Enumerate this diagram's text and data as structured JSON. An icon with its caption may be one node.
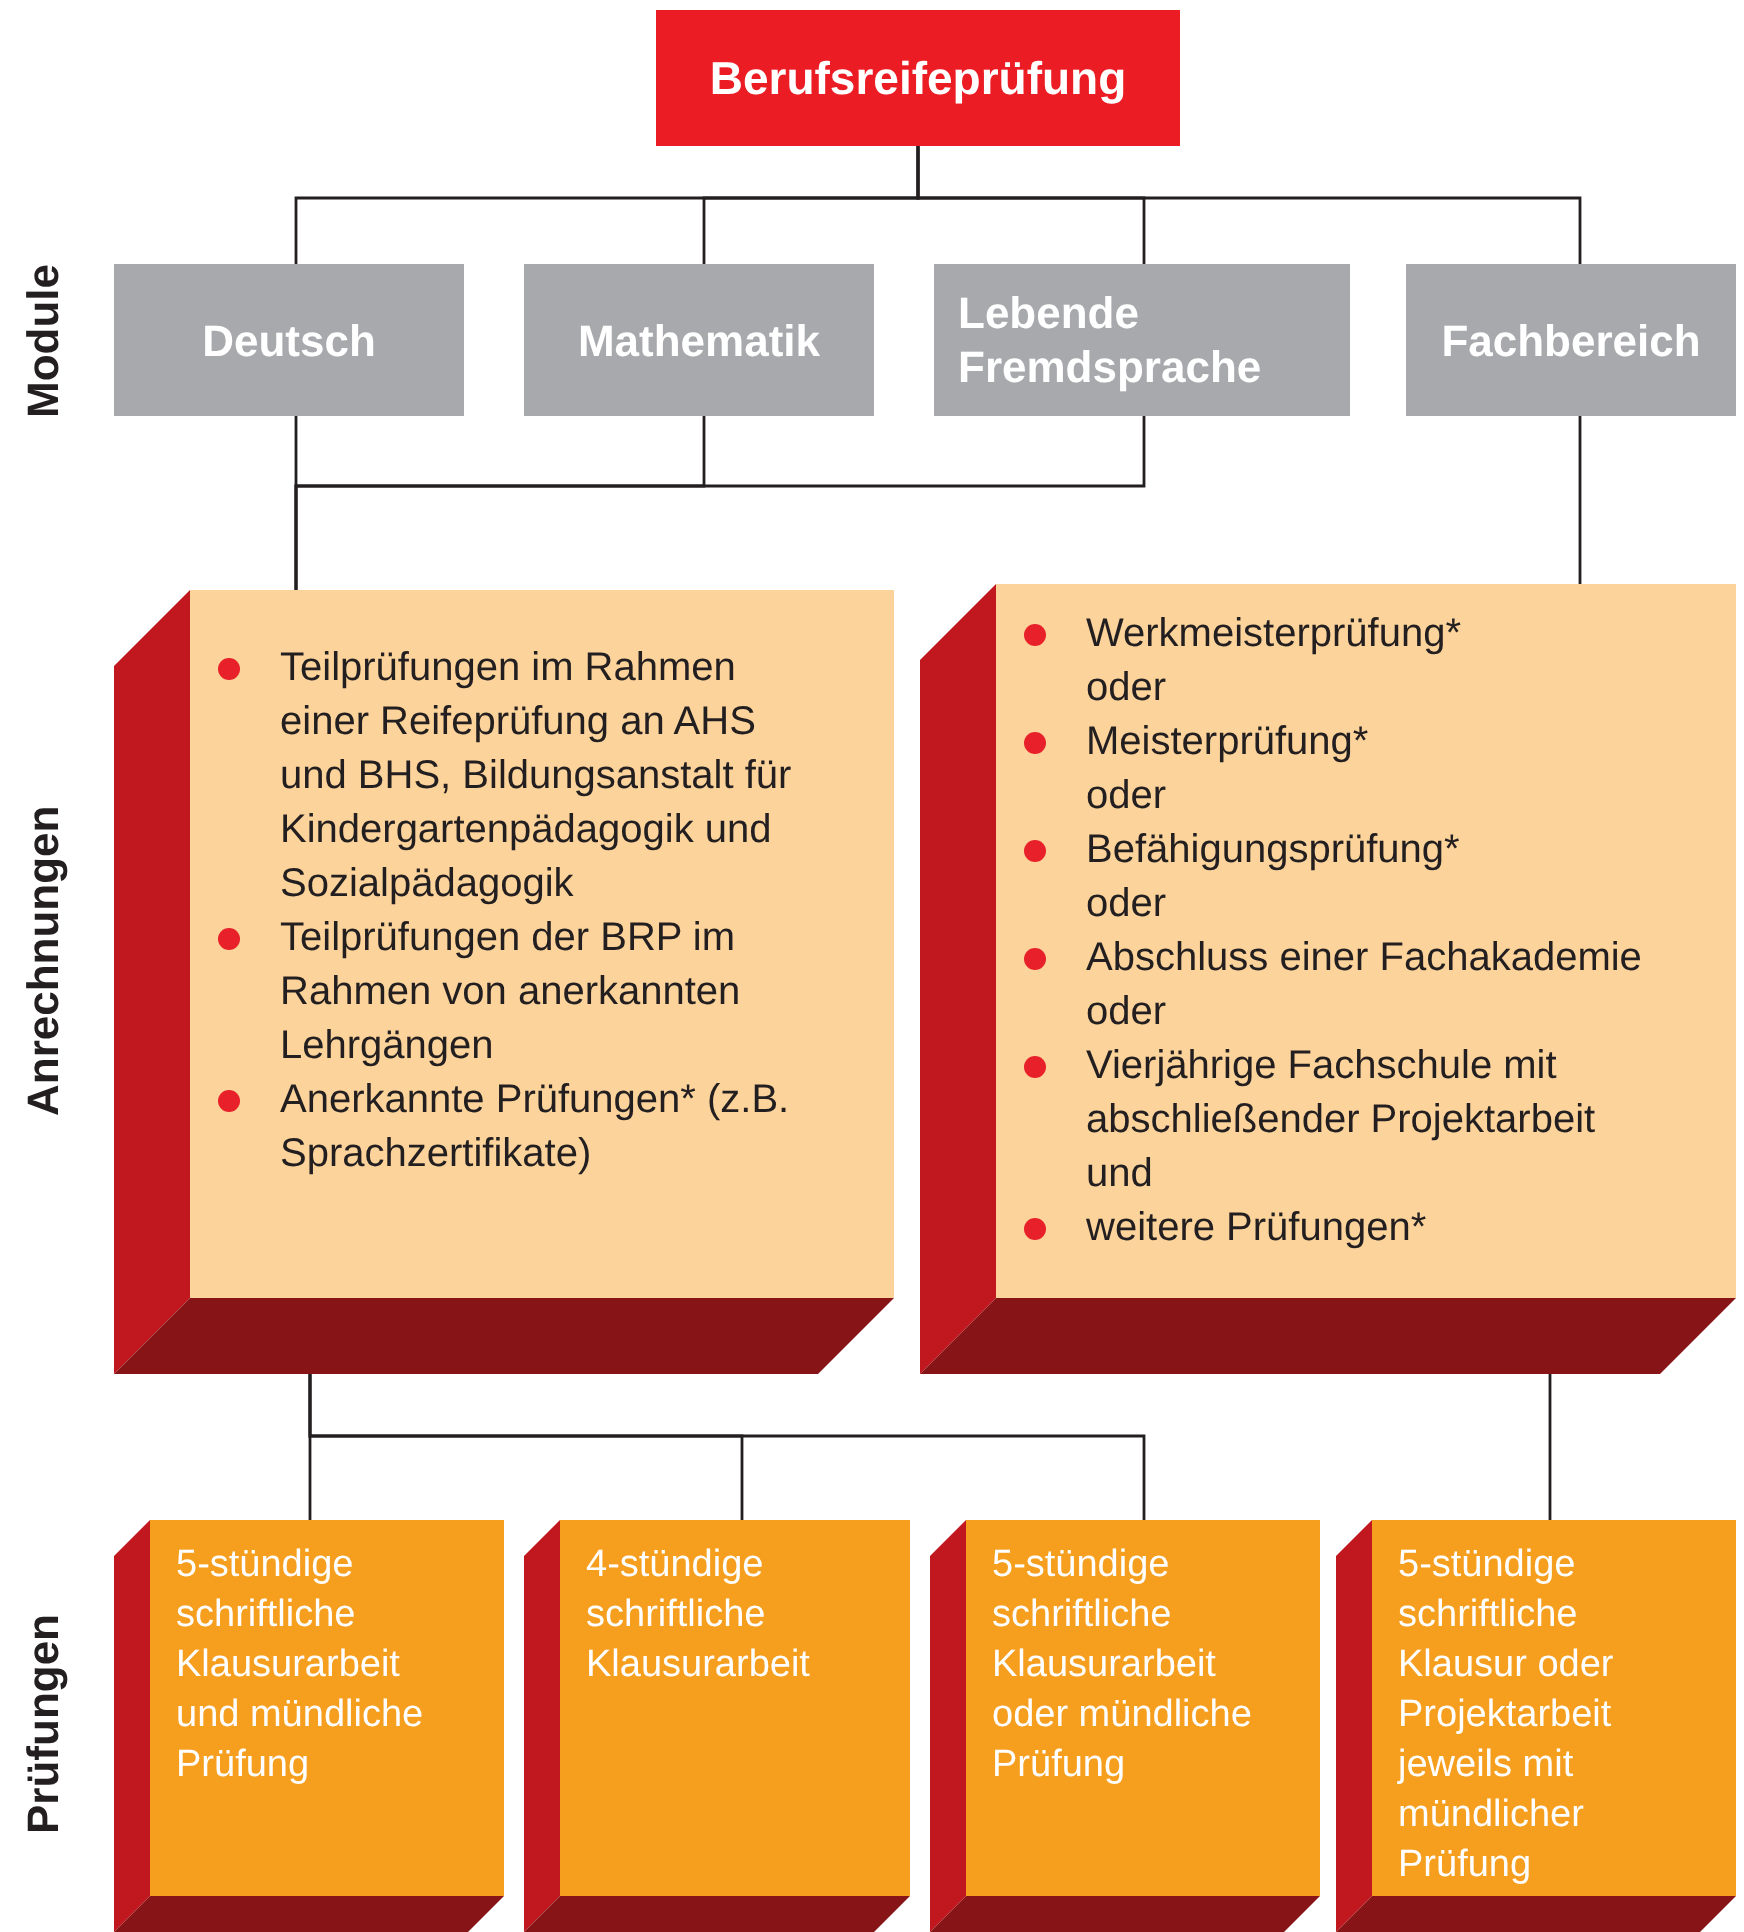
{
  "diagram": {
    "nodes": [
      {
        "text": [
          "Berufsreifeprüfung"
        ]
      },
      {
        "text": [
          "Deutsch"
        ]
      },
      {
        "text": [
          "Mathematik"
        ]
      },
      {
        "text": [
          "Lebende Fremdsprache"
        ]
      },
      {
        "text": [
          "Fachbereich"
        ]
      },
      {
        "text": [
          "Teilprüfungen im Rahmen einer Reifeprüfung an AHS und BHS, Bildungsanstalt für Kindergartenpädagogik und Sozialpädagogik",
          "Teilprüfungen der BRP im Rahmen von anerkannten Lehrgängen",
          "Anerkannte Prüfungen* (z.B. Sprachzertifikate)"
        ]
      },
      {
        "text": [
          "Werkmeisterprüfung*",
          "oder",
          "Meisterprüfung*",
          "oder",
          "Befähigungsprüfung*",
          "oder",
          "Abschluss einer Fachakademie",
          "oder",
          "Vierjährige Fachschule mit abschließender Projektarbeit",
          "und",
          "weitere Prüfungen*"
        ]
      },
      {
        "text": [
          "5-stündige schriftliche Klausurarbeit und mündliche Prüfung"
        ]
      },
      {
        "text": [
          "4-stündige schriftliche Klausurarbeit"
        ]
      },
      {
        "text": [
          "5-stündige schriftliche Klausurarbeit oder mündliche Prüfung"
        ]
      },
      {
        "text": [
          "5-stündige schriftliche Klausur oder Projektarbeit jeweils mit mündlicher Prüfung"
        ]
      }
    ],
    "edges": [
      {
        "from": 0,
        "to": 1,
        "arrow": "none"
      },
      {
        "from": 0,
        "to": 2,
        "arrow": "none"
      },
      {
        "from": 0,
        "to": 3,
        "arrow": "none"
      },
      {
        "from": 0,
        "to": 4,
        "arrow": "none"
      },
      {
        "from": 1,
        "to": 5,
        "arrow": "none"
      },
      {
        "from": 2,
        "to": 5,
        "arrow": "none"
      },
      {
        "from": 3,
        "to": 5,
        "arrow": "none"
      },
      {
        "from": 4,
        "to": 6,
        "arrow": "none"
      },
      {
        "from": 5,
        "to": 7,
        "arrow": "none"
      },
      {
        "from": 5,
        "to": 8,
        "arrow": "none"
      },
      {
        "from": 5,
        "to": 9,
        "arrow": "none"
      },
      {
        "from": 6,
        "to": 10,
        "arrow": "none"
      }
    ],
    "labels": [
      "Module",
      "Anrechnungen",
      "Prüfungen"
    ]
  }
}
